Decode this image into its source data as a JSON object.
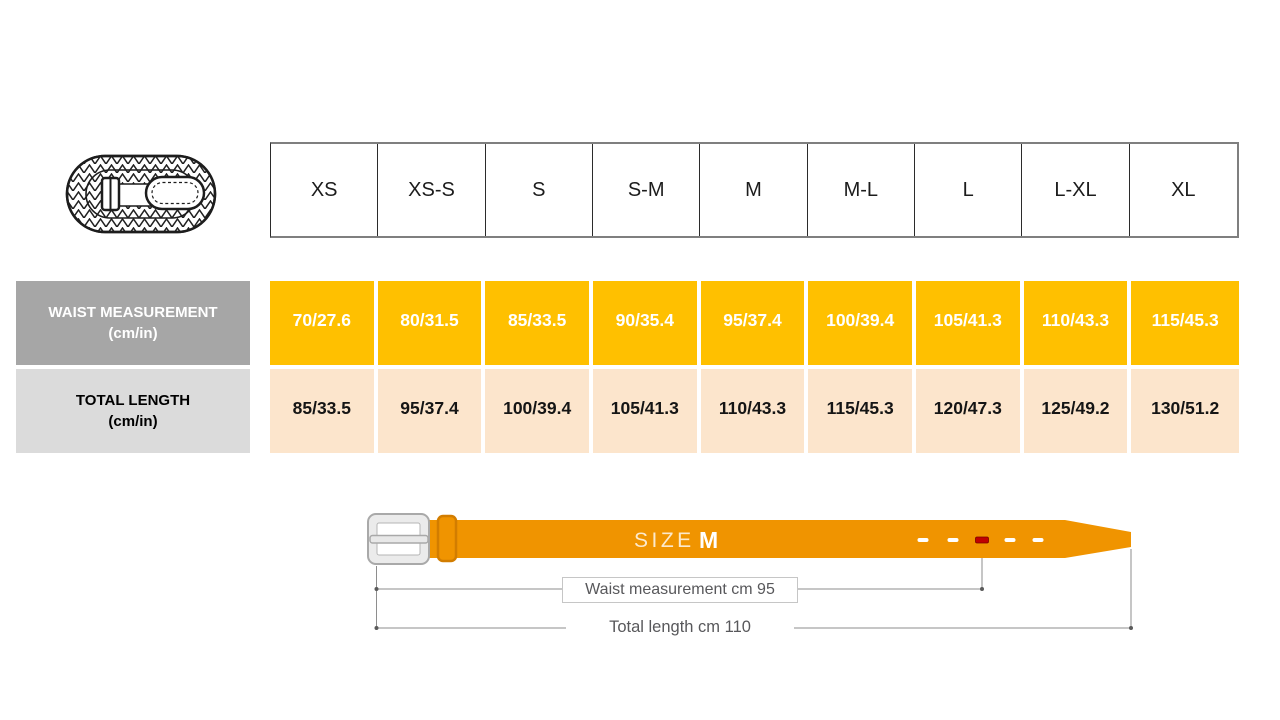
{
  "chart_data": {
    "type": "table",
    "columns": [
      "XS",
      "XS-S",
      "S",
      "S-M",
      "M",
      "M-L",
      "L",
      "L-XL",
      "XL"
    ],
    "rows": [
      {
        "label": "WAIST MEASUREMENT (cm/in)",
        "label_line1": "WAIST MEASUREMENT",
        "label_line2": "(cm/in)",
        "values": [
          "70/27.6",
          "80/31.5",
          "85/33.5",
          "90/35.4",
          "95/37.4",
          "100/39.4",
          "105/41.3",
          "110/43.3",
          "115/45.3"
        ]
      },
      {
        "label": "TOTAL LENGTH (cm/in)",
        "label_line1": "TOTAL LENGTH",
        "label_line2": "(cm/in)",
        "values": [
          "85/33.5",
          "95/37.4",
          "100/39.4",
          "105/41.3",
          "110/43.3",
          "115/45.3",
          "120/47.3",
          "125/49.2",
          "130/51.2"
        ]
      }
    ],
    "layout_hints": {
      "header_border": "gray-black grid",
      "row_gap_color": "#ffffff"
    }
  },
  "belt_diagram": {
    "size_word": "SIZE",
    "size_value": "M",
    "waist_note": "Waist measurement cm 95",
    "total_note": "Total length cm 110",
    "hole_count": 5,
    "highlighted_hole_index": 3
  },
  "icons": {
    "braided_belt": "braided-belt-illustration"
  },
  "colors": {
    "waist_row_bg": "#ffc000",
    "total_row_bg": "#fce5cc",
    "waist_label_bg": "#a6a6a6",
    "total_label_bg": "#dbdbdb",
    "belt_strap": "#f09400",
    "belt_keeper_edge": "#d27d00",
    "hole_highlight": "#c00000",
    "note_text": "#58585b",
    "measure_line": "#8e8e8e"
  }
}
